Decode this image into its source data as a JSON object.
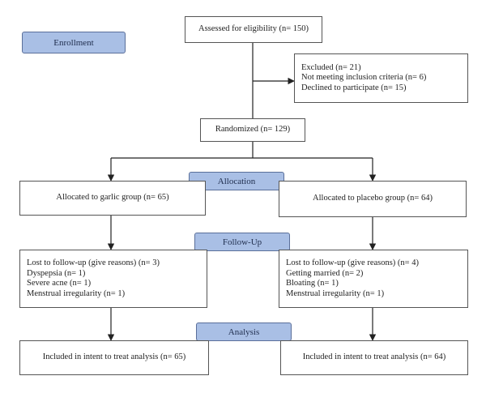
{
  "stages": {
    "enrollment": "Enrollment",
    "allocation": "Allocation",
    "follow_up": "Follow-Up",
    "analysis": "Analysis"
  },
  "eligibility": "Assessed for eligibility (n= 150)",
  "excluded": {
    "lines": [
      "Excluded (n= 21)",
      "Not meeting inclusion criteria (n= 6)",
      "Declined to participate (n= 15)"
    ]
  },
  "randomized": "Randomized (n= 129)",
  "garlic": {
    "allocated": "Allocated to garlic group (n= 65)",
    "follow_up": [
      "Lost to follow-up (give reasons) (n= 3)",
      "Dyspepsia (n= 1)",
      "Severe acne (n= 1)",
      "Menstrual irregularity (n= 1)"
    ],
    "analysis": "Included in intent to treat analysis (n= 65)"
  },
  "placebo": {
    "allocated": "Allocated to placebo group (n= 64)",
    "follow_up": [
      "Lost to follow-up (give reasons) (n= 4)",
      "Getting married (n= 2)",
      "Bloating (n= 1)",
      "Menstrual irregularity (n= 1)"
    ],
    "analysis": "Included in intent to treat analysis (n= 64)"
  },
  "colors": {
    "stage_fill": "#a9bfe5",
    "stage_border": "#5a6f9a",
    "line": "#222222"
  }
}
